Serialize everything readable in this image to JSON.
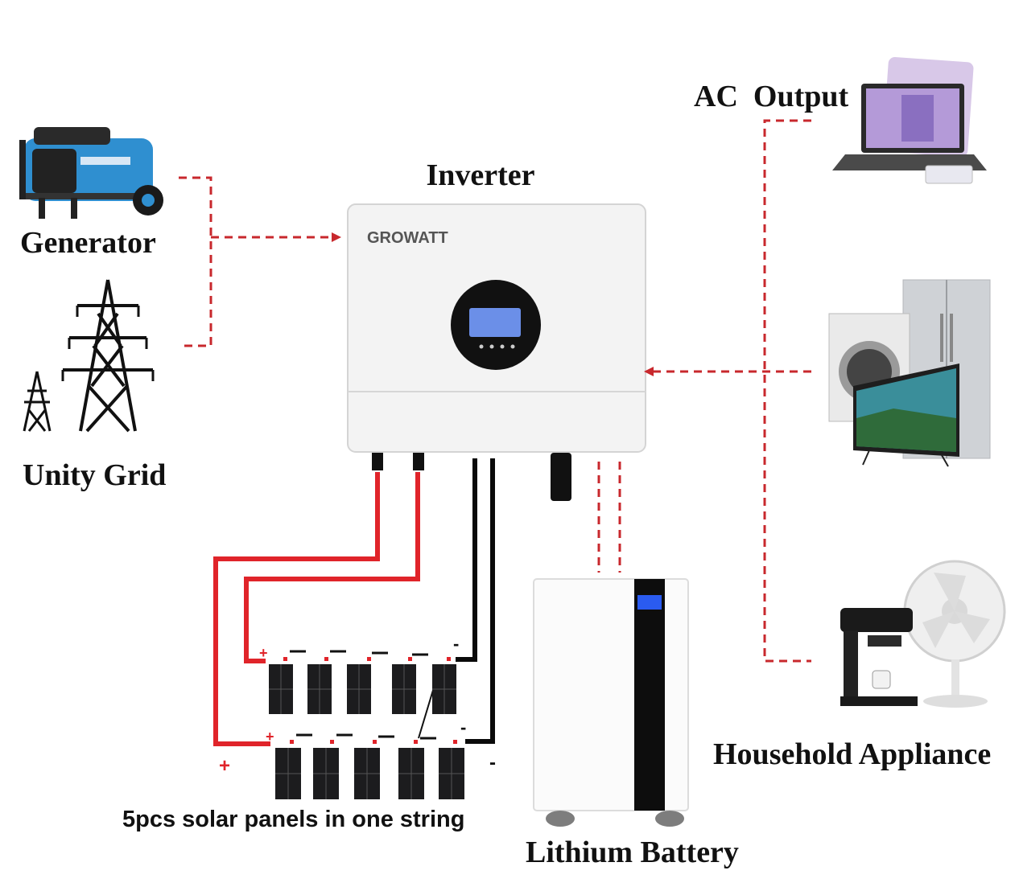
{
  "labels": {
    "inverter": "Inverter",
    "brand": "GROWATT",
    "generator": "Generator",
    "grid": "Unity Grid",
    "ac_output": "AC  Output",
    "household": "Household Appliance",
    "battery": "Lithium Battery",
    "solar": "5pcs solar panels in one string"
  },
  "polarity": {
    "plus": "+",
    "minus": "-"
  },
  "colors": {
    "dashed_line": "#c8282d",
    "positive_wire": "#e0242a",
    "negative_wire": "#0a0a0a",
    "generator_body": "#2f8fd0",
    "inverter_body": "#f2f2f2",
    "lcd_screen": "#6b8fe8",
    "brand_green": "#2e9e4a"
  }
}
